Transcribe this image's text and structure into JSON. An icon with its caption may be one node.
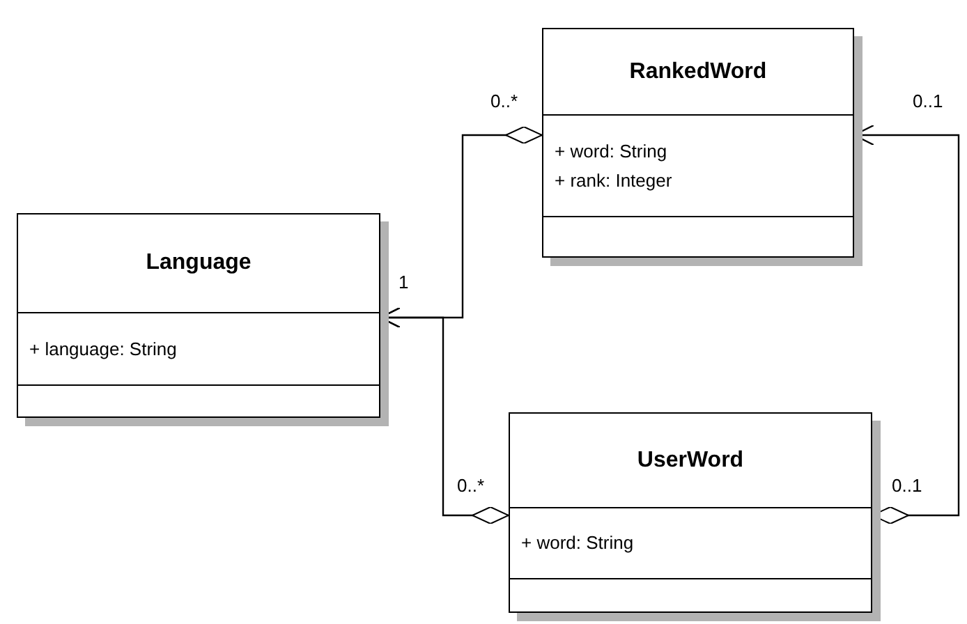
{
  "diagram": {
    "nodes": [
      {
        "text": [
          "RankedWord",
          "+ word: String",
          "+ rank: Integer"
        ]
      },
      {
        "text": [
          "Language",
          "+ language: String"
        ]
      },
      {
        "text": [
          "UserWord",
          "+ word: String"
        ]
      }
    ],
    "edges": [
      {
        "from": 0,
        "to": 1,
        "arrow": "to"
      },
      {
        "from": 2,
        "to": 1,
        "arrow": "to"
      },
      {
        "from": 2,
        "to": 0,
        "arrow": "to"
      }
    ],
    "labels": [
      "0..*",
      "0..1",
      "1",
      "0..*",
      "0..1"
    ]
  }
}
